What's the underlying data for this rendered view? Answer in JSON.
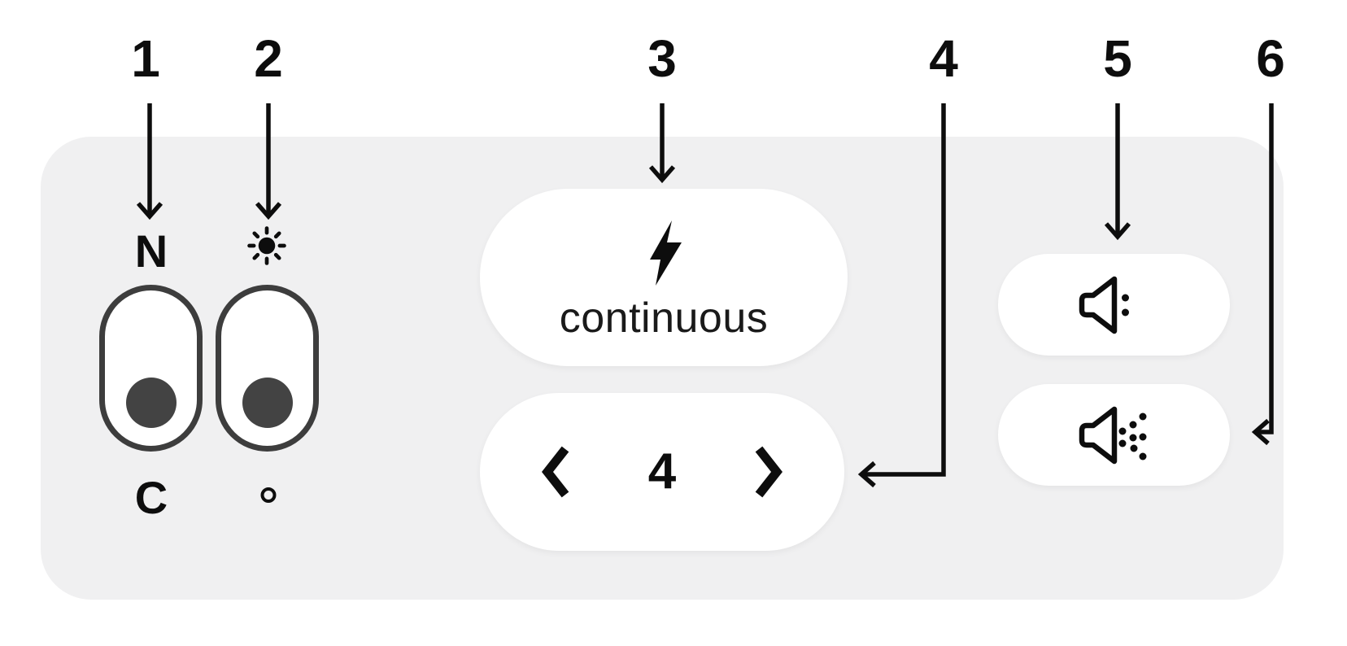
{
  "annotations": {
    "labels": [
      "1",
      "2",
      "3",
      "4",
      "5",
      "6"
    ]
  },
  "controls": {
    "nc_toggle": {
      "top_label": "N",
      "bottom_label": "C",
      "knob_position": "bottom"
    },
    "sun_toggle": {
      "top_icon": "sun-icon",
      "bottom_icon": "small-circle-icon",
      "knob_position": "bottom"
    },
    "flash_mode_button": {
      "icon": "lightning-bolt-icon",
      "label": "continuous"
    },
    "value_stepper": {
      "decrement_icon": "chevron-left-icon",
      "value": "4",
      "increment_icon": "chevron-right-icon"
    },
    "sound_button_top": {
      "icon": "speaker-dots-icon"
    },
    "sound_button_bottom": {
      "icon": "speaker-spray-icon"
    }
  },
  "colors": {
    "background": "#ffffff",
    "panel": "#f0f0f1",
    "button": "#ffffff",
    "toggle_outline": "#3d3d3d",
    "toggle_knob": "#434343",
    "ink": "#0d0d0d"
  }
}
